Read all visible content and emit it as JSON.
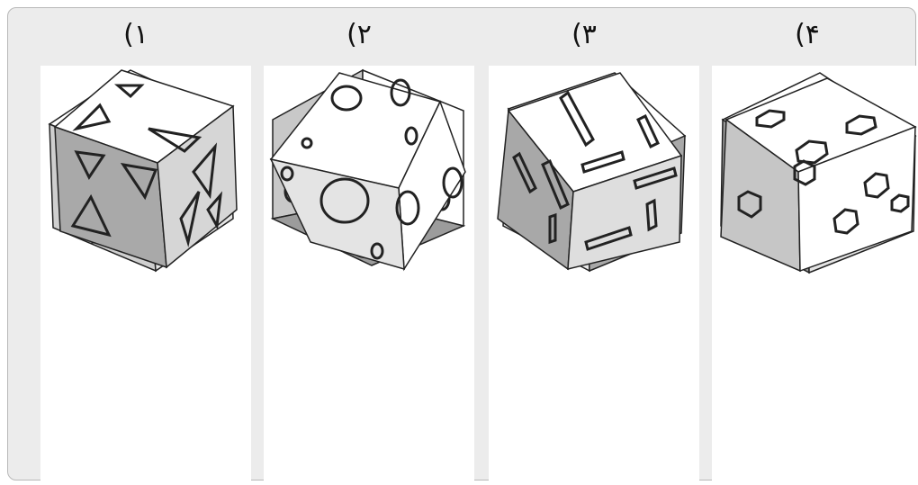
{
  "options": [
    {
      "label": "۱)",
      "shape": "triangle"
    },
    {
      "label": "۲)",
      "shape": "circle"
    },
    {
      "label": "۳)",
      "shape": "rectangle"
    },
    {
      "label": "۴)",
      "shape": "hexagon"
    }
  ],
  "colors": {
    "frame_bg": "#ececec",
    "panel_bg": "#ffffff",
    "face_light": "#ffffff",
    "face_mid": "#dcdcdc",
    "face_dark": "#a9a9a9",
    "stroke": "#222222"
  }
}
